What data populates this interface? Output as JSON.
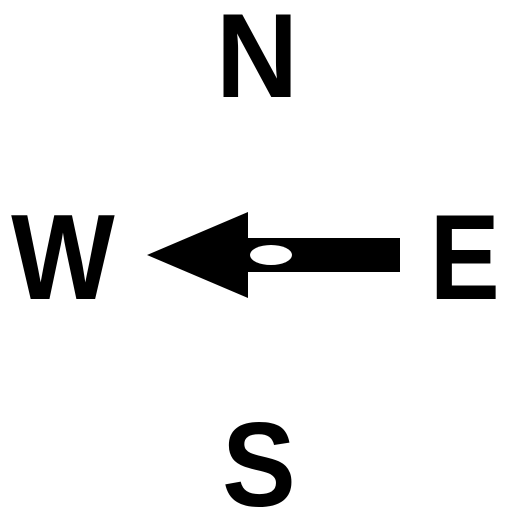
{
  "compass": {
    "north_label": "N",
    "east_label": "E",
    "south_label": "S",
    "west_label": "W"
  },
  "pointer": {
    "direction": "west",
    "icon": "arrow-left-icon",
    "color": "#000000",
    "hole_color": "#ffffff"
  }
}
